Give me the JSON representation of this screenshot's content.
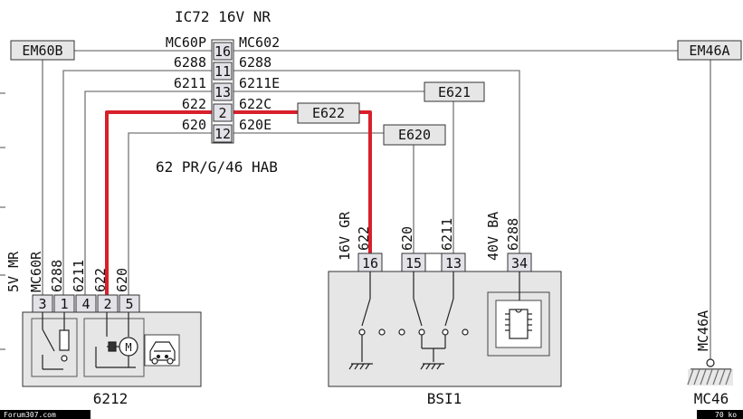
{
  "connector": {
    "title": "IC72 16V NR"
  },
  "boxes": {
    "em60b": "EM60B",
    "em46a": "EM46A",
    "e622": "E622",
    "e621": "E621",
    "e620": "E620"
  },
  "left_wires": [
    {
      "label": "MC60P",
      "pin": "16",
      "right": "MC602"
    },
    {
      "label": "6288",
      "pin": "11",
      "right": "6288"
    },
    {
      "label": "6211",
      "pin": "13",
      "right": "6211E"
    },
    {
      "label": "622",
      "pin": "2",
      "right": "622C"
    },
    {
      "label": "620",
      "pin": "12",
      "right": "620E"
    }
  ],
  "harness_note": "62 PR/G/46 HAB",
  "left_component": {
    "name": "6212",
    "connector_label": "5V MR",
    "wire_labels": [
      "MC60R",
      "6288",
      "6211",
      "622",
      "620"
    ],
    "pins": [
      "3",
      "1",
      "4",
      "2",
      "5"
    ],
    "motor_symbol": "M"
  },
  "bsi": {
    "name": "BSI1",
    "group1_label": "16V GR",
    "group2_label": "40V BA",
    "wire_labels": [
      "622",
      "620",
      "6211",
      "6288"
    ],
    "pins": [
      "16",
      "15",
      "13",
      "34"
    ]
  },
  "ground": {
    "name": "MC46",
    "wire_label": "MC46A"
  },
  "footer": {
    "left": "Forum307.com",
    "right": "70 ko"
  },
  "colors": {
    "highlight_wire": "#d8202c",
    "box_fill": "#e6e6e6",
    "connector_fill": "#e2e2e8"
  }
}
